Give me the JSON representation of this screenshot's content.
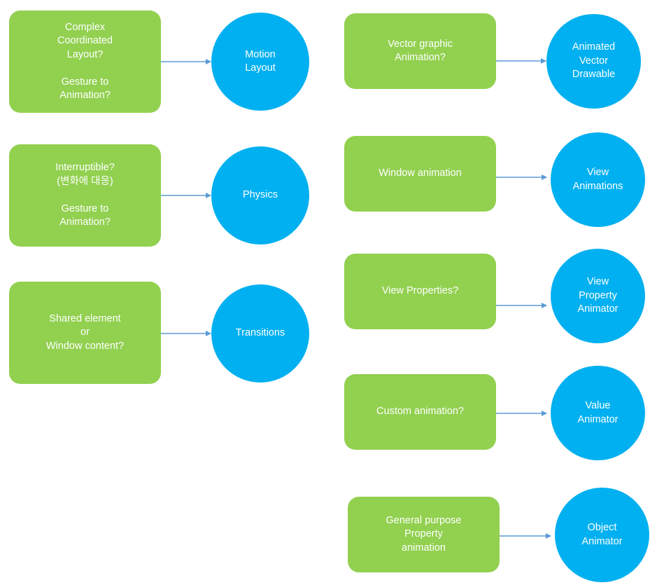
{
  "colors": {
    "box_fill": "#92d050",
    "circle_fill": "#00b0f0",
    "arrow": "#5b9bd5",
    "text": "#ffffff"
  },
  "flows": [
    {
      "question": "Complex\nCoordinated\nLayout?\n\nGesture to\nAnimation?",
      "answer": "Motion\nLayout"
    },
    {
      "question": "Interruptible?\n(변화에 대응)\n\nGesture to\nAnimation?",
      "answer": "Physics"
    },
    {
      "question": "Shared element\nor\nWindow content?",
      "answer": "Transitions"
    },
    {
      "question": "Vector graphic\nAnimation?",
      "answer": "Animated\nVector\nDrawable"
    },
    {
      "question": "Window animation",
      "answer": "View\nAnimations"
    },
    {
      "question": "View Properties?",
      "answer": "View\nProperty\nAnimator"
    },
    {
      "question": "Custom animation?",
      "answer": "Value\nAnimator"
    },
    {
      "question": "General purpose\nProperty\nanimation",
      "answer": "Object\nAnimator"
    }
  ]
}
